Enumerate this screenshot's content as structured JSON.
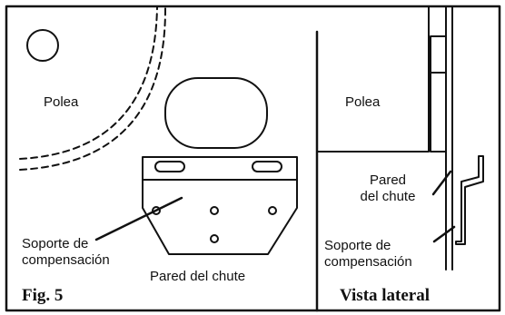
{
  "front_view": {
    "pulley_label": "Polea",
    "bracket_label_line1": "Soporte de",
    "bracket_label_line2": "compensación",
    "wall_label": "Pared del chute",
    "caption": "Fig. 5"
  },
  "side_view": {
    "pulley_label": "Polea",
    "wall_label_line1": "Pared",
    "wall_label_line2": "del chute",
    "bracket_label_line1": "Soporte de",
    "bracket_label_line2": "compensación",
    "caption": "Vista lateral"
  },
  "colors": {
    "ink": "#111111",
    "background": "#ffffff"
  }
}
